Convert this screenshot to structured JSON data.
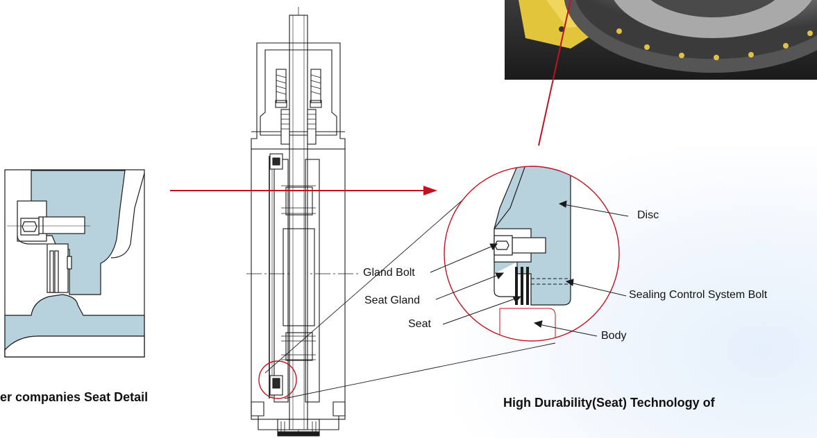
{
  "labels": {
    "disc": "Disc",
    "gland_bolt": "Gland Bolt",
    "seat_gland": "Seat Gland",
    "seat": "Seat",
    "sealing_bolt": "Sealing Control System Bolt",
    "body": "Body"
  },
  "captions": {
    "left": "er companies Seat Detail",
    "right": "High Durability(Seat) Technology of"
  },
  "colors": {
    "seat_fill": "#b7d1dd",
    "accent_red": "#c1121f",
    "line": "#1a1a1a"
  }
}
